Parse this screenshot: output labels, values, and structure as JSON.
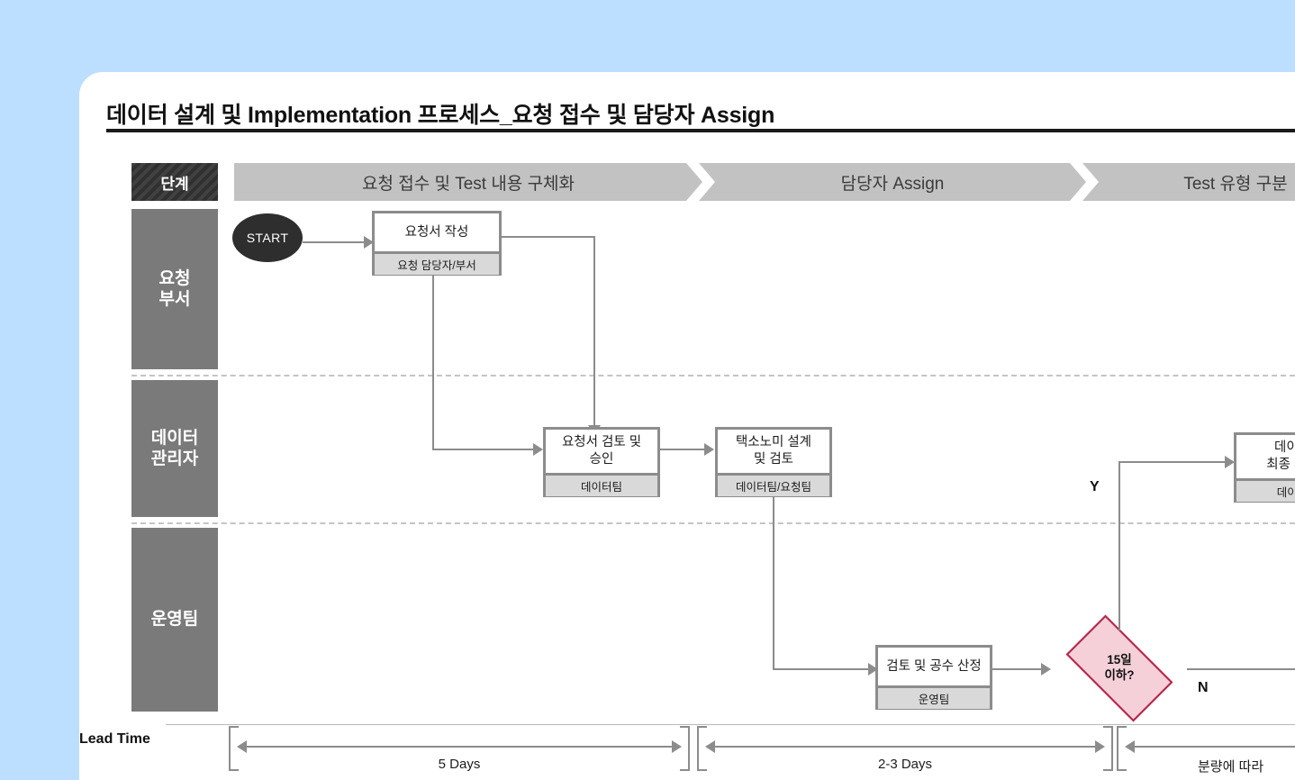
{
  "slide": {
    "title": "데이터 설계 및 Implementation 프로세스_요청 접수 및 담당자 Assign",
    "background_color": "#bcdeff",
    "panel_color": "#ffffff"
  },
  "stage_header": {
    "key_label": "단계",
    "stages": [
      {
        "label": "요청 접수 및 Test 내용 구체화"
      },
      {
        "label": "담당자 Assign"
      },
      {
        "label": "Test 유형 구분"
      }
    ]
  },
  "lanes": [
    {
      "label": "요청\n부서",
      "line1": "요청",
      "line2": "부서"
    },
    {
      "label": "데이터\n관리자",
      "line1": "데이터",
      "line2": "관리자"
    },
    {
      "label": "운영팀",
      "line1": "운영팀",
      "line2": ""
    }
  ],
  "nodes": {
    "start": {
      "label": "START",
      "shape": "ellipse",
      "fill": "#2e2e2e"
    },
    "request_form": {
      "title": "요청서 작성",
      "owner": "요청 담당자/부서"
    },
    "review_approve": {
      "title_line1": "요청서 검토 및",
      "title_line2": "승인",
      "owner": "데이터팀"
    },
    "taxonomy": {
      "title_line1": "택소노미 설계",
      "title_line2": "및 검토",
      "owner": "데이터팀/요청팀"
    },
    "effort_estimate": {
      "title": "검토 및 공수 산정",
      "owner": "운영팀"
    },
    "final_opinion": {
      "title_line1": "데이터 ",
      "title_line2": "최종 의견",
      "owner": "데이터",
      "clipped": true
    },
    "decision": {
      "line1": "15일",
      "line2": "이하?",
      "fill": "#f5d0d8",
      "border": "#b5274c"
    }
  },
  "branch_labels": {
    "yes": "Y",
    "no": "N"
  },
  "lead_time": {
    "label": "Lead Time",
    "spans": [
      {
        "value": "5 Days"
      },
      {
        "value": "2-3 Days"
      },
      {
        "value": "분량에 따라"
      }
    ]
  }
}
